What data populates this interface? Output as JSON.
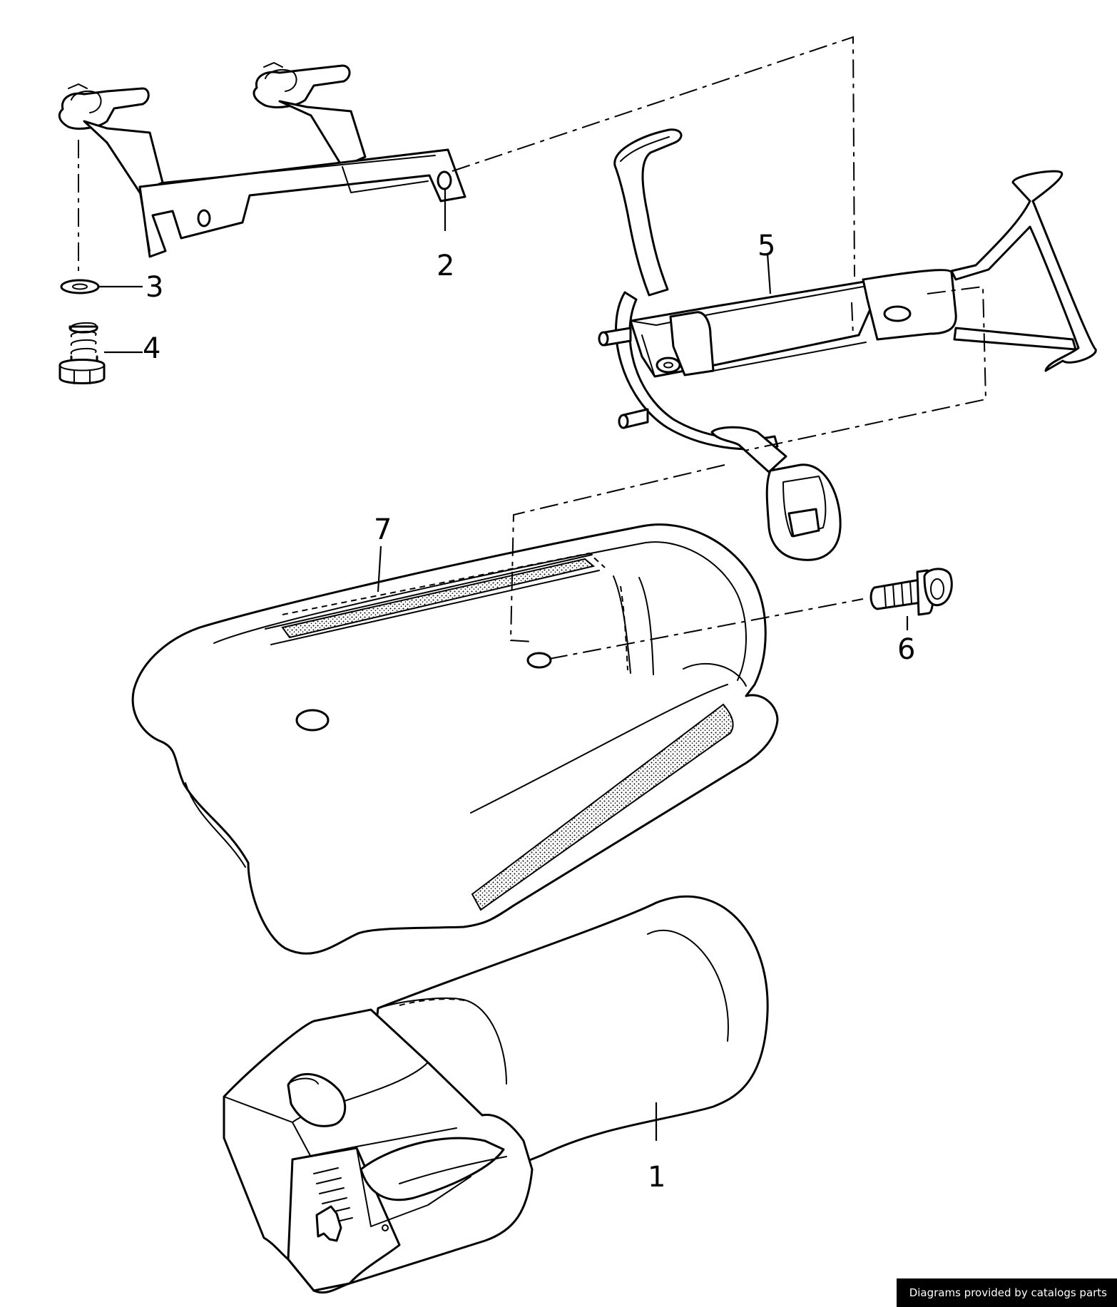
{
  "diagram": {
    "callouts": [
      {
        "id": "1",
        "label": "1"
      },
      {
        "id": "2",
        "label": "2"
      },
      {
        "id": "3",
        "label": "3"
      },
      {
        "id": "4",
        "label": "4"
      },
      {
        "id": "5",
        "label": "5"
      },
      {
        "id": "6",
        "label": "6"
      },
      {
        "id": "7",
        "label": "7"
      }
    ]
  },
  "footer": {
    "credit": "Diagrams provided by catalogs parts"
  }
}
